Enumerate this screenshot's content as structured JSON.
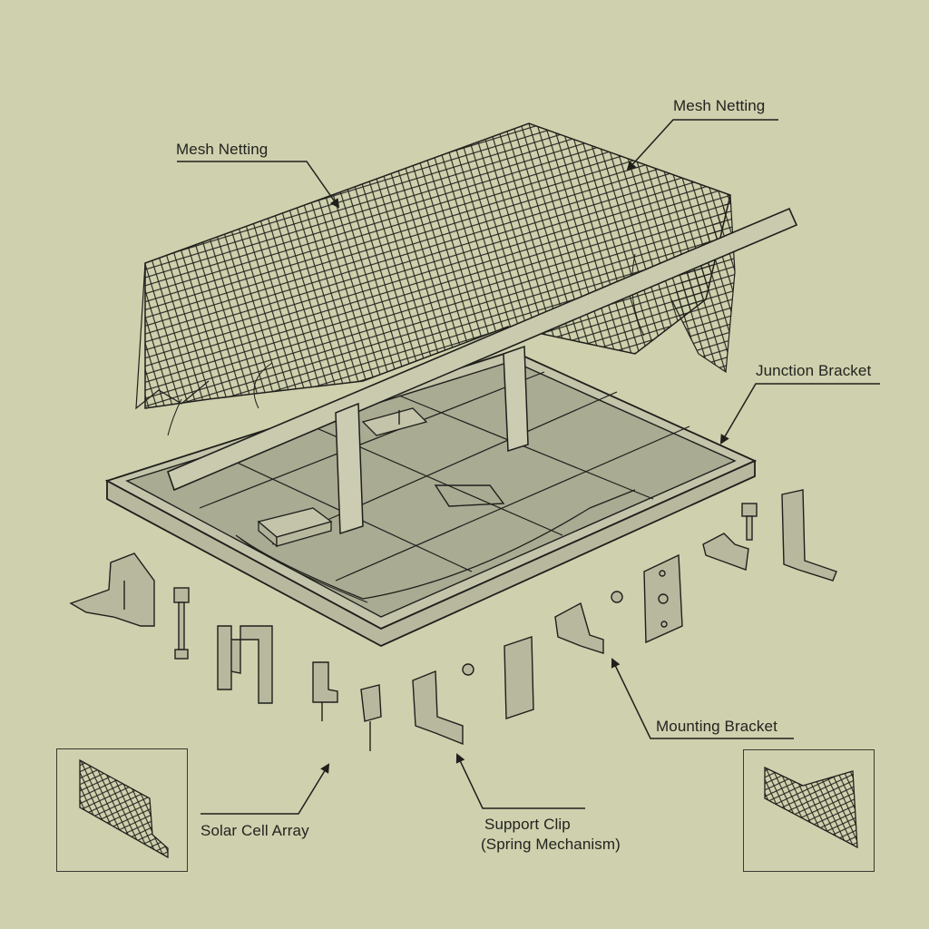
{
  "diagram": {
    "type": "exploded-isometric-assembly",
    "background_color": "#cfd0ad",
    "line_color": "#1f1f1c",
    "panel_fill": "#a9ab92",
    "panel_edge_fill": "#c3c4aa",
    "callouts": [
      {
        "id": "mesh-netting-left",
        "text": "Mesh Netting"
      },
      {
        "id": "mesh-netting-right",
        "text": "Mesh Netting"
      },
      {
        "id": "junction-bracket",
        "text": "Junction Bracket"
      },
      {
        "id": "mounting-bracket",
        "text": "Mounting Bracket"
      },
      {
        "id": "support-clip",
        "text": "Support Clip",
        "subtext": "(Spring Mechanism)"
      },
      {
        "id": "solar-cell-array",
        "text": "Solar Cell Array"
      }
    ],
    "insets": [
      {
        "id": "inset-left",
        "content": "mesh-netting-detail"
      },
      {
        "id": "inset-right",
        "content": "mesh-netting-detail"
      }
    ],
    "components": [
      "mesh-netting",
      "cross-rail",
      "support-posts",
      "solar-panel-frame",
      "junction-box",
      "wiring",
      "angle-brackets",
      "bolts",
      "spring-clip",
      "plates"
    ]
  }
}
